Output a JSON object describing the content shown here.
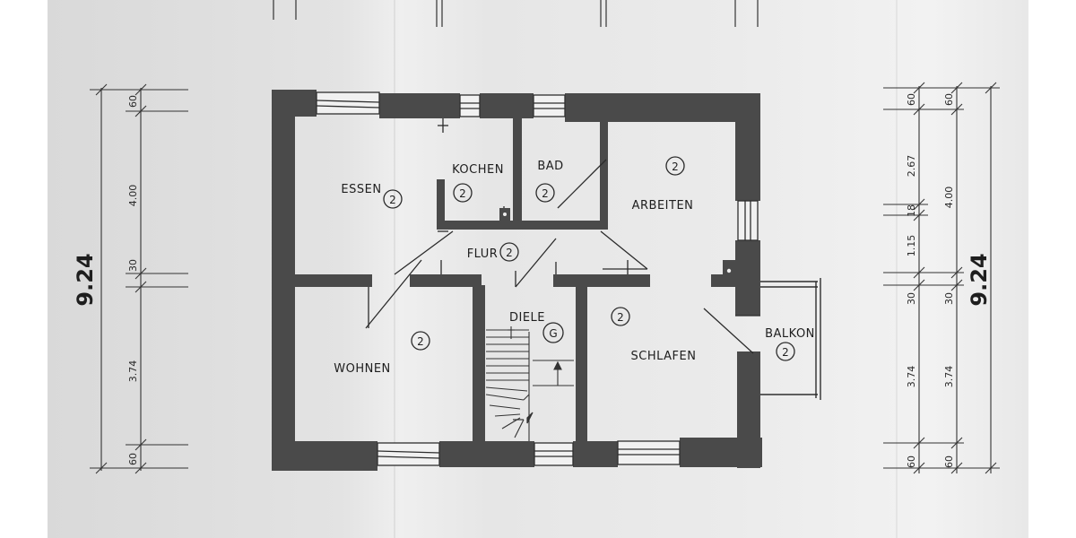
{
  "rooms": {
    "essen": "ESSEN",
    "kochen": "KOCHEN",
    "bad": "BAD",
    "arbeiten": "ARBEITEN",
    "flur": "FLUR",
    "diele": "DIELE",
    "wohnen": "WOHNEN",
    "schlafen": "SCHLAFEN",
    "balkon": "BALKON"
  },
  "room_marks": {
    "essen": "2",
    "kochen": "2",
    "bad": "2",
    "arbeiten": "2",
    "flur": "2",
    "diele": "G",
    "wohnen": "2",
    "schlafen": "2",
    "balkon": "2"
  },
  "dimensions_left": {
    "total": "9.24",
    "top_wall": "60",
    "upper": "4.00",
    "middle_wall": "30",
    "lower": "3.74",
    "bottom_wall": "60"
  },
  "dimensions_right_outer": {
    "top_wall": "60",
    "upper_a": "2.67",
    "upper_b": "18",
    "upper_c": "1.15",
    "middle_wall": "30",
    "lower": "3.74",
    "bottom_wall": "60"
  },
  "dimensions_right_inner": {
    "top_wall": "60",
    "upper": "4.00",
    "middle_wall": "30",
    "lower": "3.74",
    "bottom_wall": "60",
    "total": "9.24"
  },
  "colors": {
    "wall": "#4a4a4a",
    "ink": "#1e1e1e",
    "paper": "#ececec"
  }
}
